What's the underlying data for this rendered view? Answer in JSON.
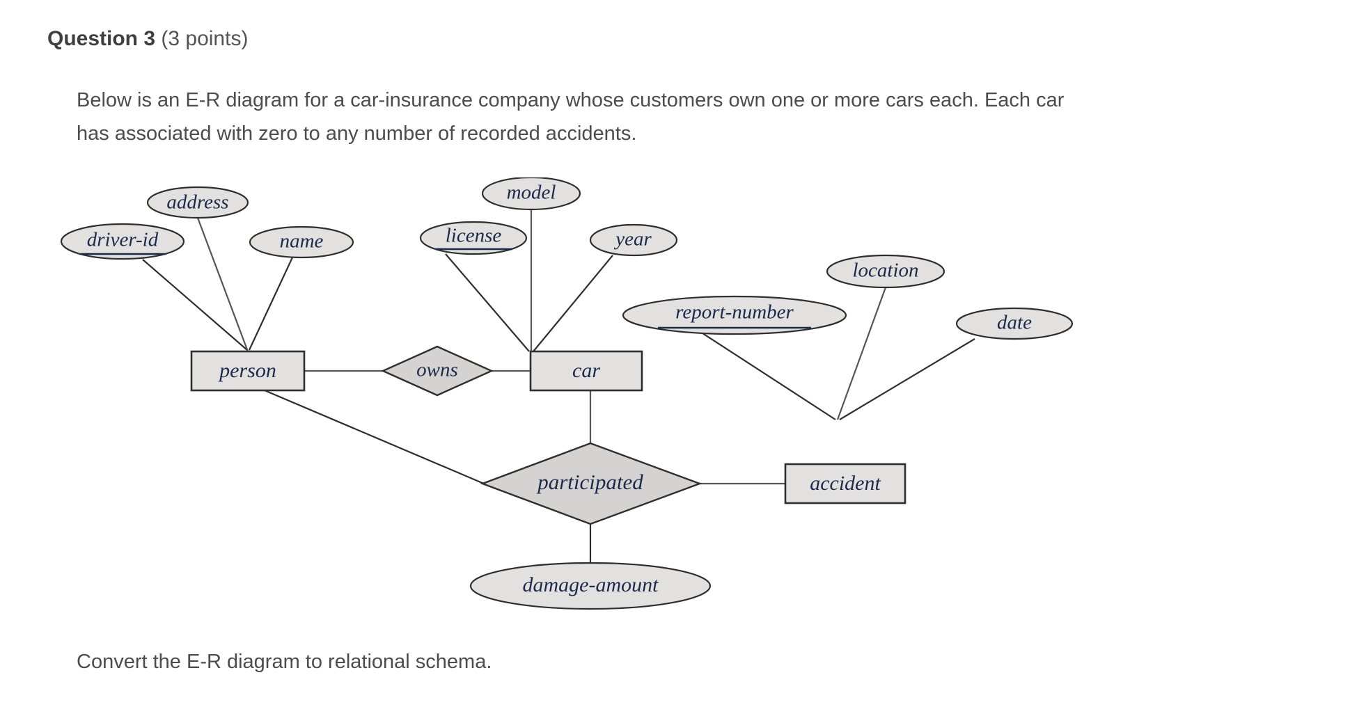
{
  "question": {
    "label": "Question 3",
    "points": "(3 points)",
    "prompt": "Below is an E-R diagram for a car-insurance company whose customers own one or more cars each. Each car has associated with zero to any number of recorded accidents.",
    "instruction": "Convert the E-R diagram to relational schema."
  },
  "diagram": {
    "type": "er-diagram",
    "colors": {
      "entity_fill": "#e2e1e0",
      "relationship_fill": "#d4d3d2",
      "attribute_fill": "#e2e1e0",
      "stroke": "#2e2e2e",
      "text": "#1b2a4a",
      "connector": "#555555"
    },
    "entities": [
      {
        "id": "person",
        "label": "person"
      },
      {
        "id": "car",
        "label": "car"
      },
      {
        "id": "accident",
        "label": "accident"
      }
    ],
    "relationships": [
      {
        "id": "owns",
        "label": "owns",
        "connects": [
          "person",
          "car"
        ]
      },
      {
        "id": "participated",
        "label": "participated",
        "connects": [
          "person",
          "car",
          "accident"
        ]
      }
    ],
    "attributes": [
      {
        "id": "driver-id",
        "label": "driver-id",
        "owner": "person",
        "key": true
      },
      {
        "id": "address",
        "label": "address",
        "owner": "person",
        "key": false
      },
      {
        "id": "name",
        "label": "name",
        "owner": "person",
        "key": false
      },
      {
        "id": "license",
        "label": "license",
        "owner": "car",
        "key": true
      },
      {
        "id": "model",
        "label": "model",
        "owner": "car",
        "key": false
      },
      {
        "id": "year",
        "label": "year",
        "owner": "car",
        "key": false
      },
      {
        "id": "report-number",
        "label": "report-number",
        "owner": "accident",
        "key": true
      },
      {
        "id": "location",
        "label": "location",
        "owner": "accident",
        "key": false
      },
      {
        "id": "date",
        "label": "date",
        "owner": "accident",
        "key": false
      },
      {
        "id": "damage-amount",
        "label": "damage-amount",
        "owner": "participated",
        "key": false
      }
    ]
  }
}
